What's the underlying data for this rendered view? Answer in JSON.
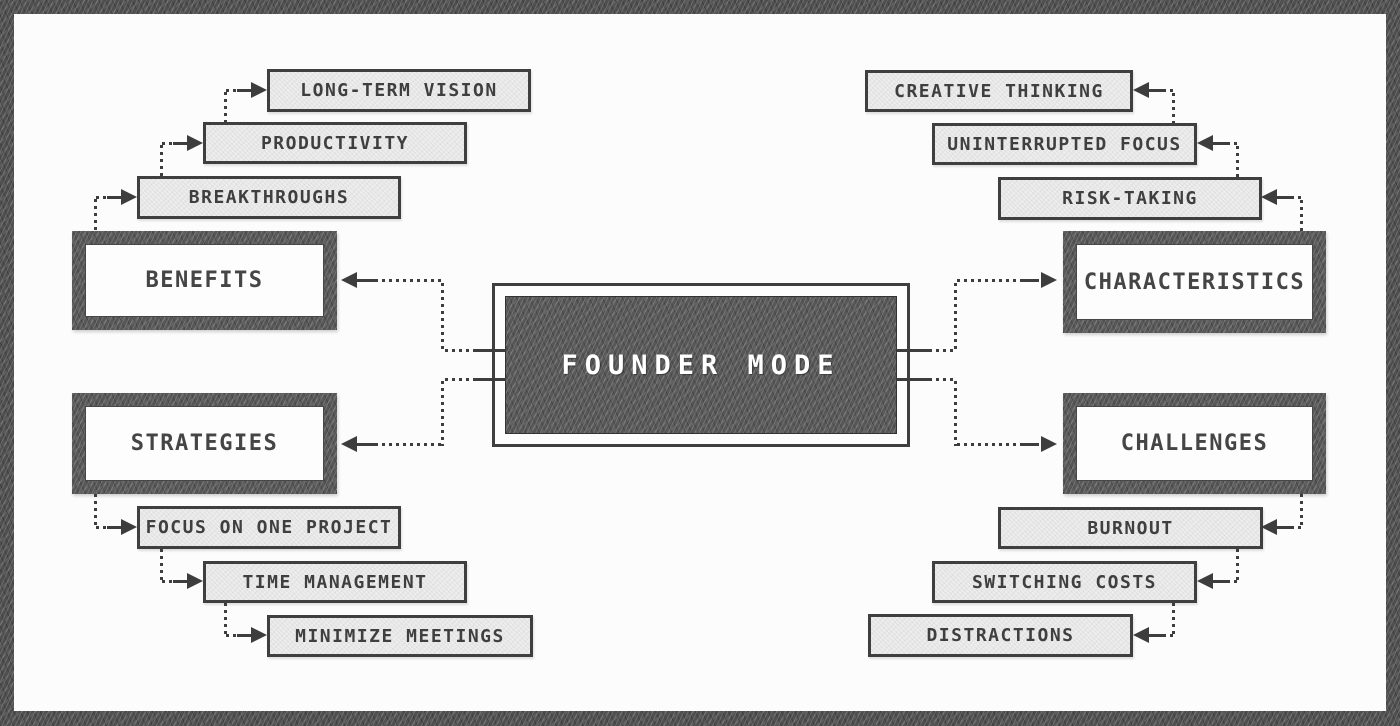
{
  "center": {
    "label": "FOUNDER MODE"
  },
  "branches": {
    "benefits": {
      "label": "BENEFITS",
      "items": [
        "BREAKTHROUGHS",
        "PRODUCTIVITY",
        "LONG-TERM VISION"
      ]
    },
    "strategies": {
      "label": "STRATEGIES",
      "items": [
        "FOCUS ON ONE PROJECT",
        "TIME MANAGEMENT",
        "MINIMIZE MEETINGS"
      ]
    },
    "characteristics": {
      "label": "CHARACTERISTICS",
      "items": [
        "RISK-TAKING",
        "UNINTERRUPTED FOCUS",
        "CREATIVE THINKING"
      ]
    },
    "challenges": {
      "label": "CHALLENGES",
      "items": [
        "BURNOUT",
        "SWITCHING COSTS",
        "DISTRACTIONS"
      ]
    }
  },
  "colors": {
    "ink": "#3d3d3d",
    "paper": "#fcfcfc",
    "item_fill": "#ededed",
    "dark_fill": "#575757",
    "center_text": "#ffffff"
  }
}
